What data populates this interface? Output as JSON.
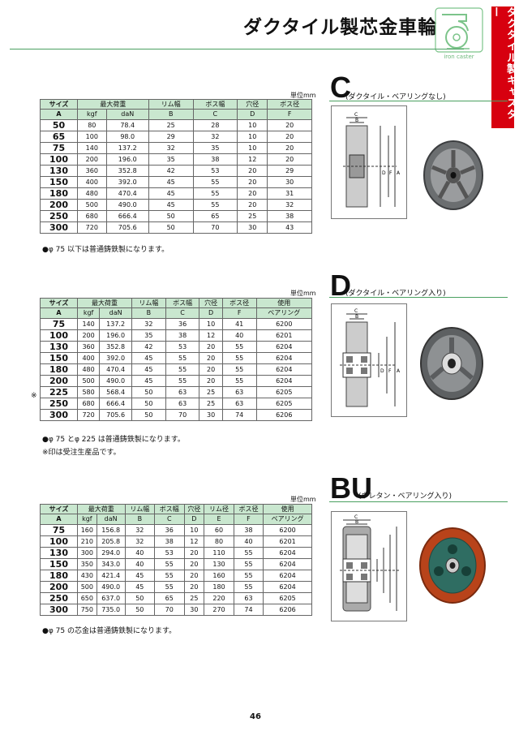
{
  "title": "ダクタイル製芯金車輪",
  "logo_text": "iron caster",
  "side_tab": "ダクタイル製キャスター",
  "page_number": "46",
  "sections": [
    {
      "letter": "C",
      "subtitle": "(ダクタイル・ベアリングなし)",
      "unit": "単位mm",
      "headers": {
        "row1": [
          "サイズ",
          "最大荷重",
          "リム幅",
          "ボス幅",
          "穴径",
          "ボス径"
        ],
        "row2": [
          "A",
          "kgf",
          "daN",
          "B",
          "C",
          "D",
          "F"
        ]
      },
      "rows": [
        [
          "50",
          "80",
          "78.4",
          "25",
          "28",
          "10",
          "20"
        ],
        [
          "65",
          "100",
          "98.0",
          "29",
          "32",
          "10",
          "20"
        ],
        [
          "75",
          "140",
          "137.2",
          "32",
          "35",
          "10",
          "20"
        ],
        [
          "100",
          "200",
          "196.0",
          "35",
          "38",
          "12",
          "20"
        ],
        [
          "130",
          "360",
          "352.8",
          "42",
          "53",
          "20",
          "29"
        ],
        [
          "150",
          "400",
          "392.0",
          "45",
          "55",
          "20",
          "30"
        ],
        [
          "180",
          "480",
          "470.4",
          "45",
          "55",
          "20",
          "31"
        ],
        [
          "200",
          "500",
          "490.0",
          "45",
          "55",
          "20",
          "32"
        ],
        [
          "250",
          "680",
          "666.4",
          "50",
          "65",
          "25",
          "38"
        ],
        [
          "300",
          "720",
          "705.6",
          "50",
          "70",
          "30",
          "43"
        ]
      ],
      "notes": [
        "●φ 75 以下は普通鋳鉄製になります。"
      ]
    },
    {
      "letter": "D",
      "subtitle": "(ダクタイル・ベアリング入り)",
      "unit": "単位mm",
      "headers": {
        "row1": [
          "サイズ",
          "最大荷重",
          "リム幅",
          "ボス幅",
          "穴径",
          "ボス径",
          "使用"
        ],
        "row2": [
          "A",
          "kgf",
          "daN",
          "B",
          "C",
          "D",
          "F",
          "ベアリング"
        ]
      },
      "mark": "※",
      "rows": [
        [
          "75",
          "140",
          "137.2",
          "32",
          "36",
          "10",
          "41",
          "6200"
        ],
        [
          "100",
          "200",
          "196.0",
          "35",
          "38",
          "12",
          "40",
          "6201"
        ],
        [
          "130",
          "360",
          "352.8",
          "42",
          "53",
          "20",
          "55",
          "6204"
        ],
        [
          "150",
          "400",
          "392.0",
          "45",
          "55",
          "20",
          "55",
          "6204"
        ],
        [
          "180",
          "480",
          "470.4",
          "45",
          "55",
          "20",
          "55",
          "6204"
        ],
        [
          "200",
          "500",
          "490.0",
          "45",
          "55",
          "20",
          "55",
          "6204"
        ],
        [
          "225",
          "580",
          "568.4",
          "50",
          "63",
          "25",
          "63",
          "6205"
        ],
        [
          "250",
          "680",
          "666.4",
          "50",
          "63",
          "25",
          "63",
          "6205"
        ],
        [
          "300",
          "720",
          "705.6",
          "50",
          "70",
          "30",
          "74",
          "6206"
        ]
      ],
      "notes": [
        "●φ 75 とφ 225 は普通鋳鉄製になります。",
        "※印は受注生産品です。"
      ]
    },
    {
      "letter": "BU",
      "subtitle": "(ウレタン・ベアリング入り)",
      "unit": "単位mm",
      "headers": {
        "row1": [
          "サイズ",
          "最大荷重",
          "リム幅",
          "ボス幅",
          "穴径",
          "リム径",
          "ボス径",
          "使用"
        ],
        "row2": [
          "A",
          "kgf",
          "daN",
          "B",
          "C",
          "D",
          "E",
          "F",
          "ベアリング"
        ]
      },
      "rows": [
        [
          "75",
          "160",
          "156.8",
          "32",
          "36",
          "10",
          "60",
          "38",
          "6200"
        ],
        [
          "100",
          "210",
          "205.8",
          "32",
          "38",
          "12",
          "80",
          "40",
          "6201"
        ],
        [
          "130",
          "300",
          "294.0",
          "40",
          "53",
          "20",
          "110",
          "55",
          "6204"
        ],
        [
          "150",
          "350",
          "343.0",
          "40",
          "55",
          "20",
          "130",
          "55",
          "6204"
        ],
        [
          "180",
          "430",
          "421.4",
          "45",
          "55",
          "20",
          "160",
          "55",
          "6204"
        ],
        [
          "200",
          "500",
          "490.0",
          "45",
          "55",
          "20",
          "180",
          "55",
          "6204"
        ],
        [
          "250",
          "650",
          "637.0",
          "50",
          "65",
          "25",
          "220",
          "63",
          "6205"
        ],
        [
          "300",
          "750",
          "735.0",
          "50",
          "70",
          "30",
          "270",
          "74",
          "6206"
        ]
      ],
      "notes": [
        "●φ 75 の芯金は普通鋳鉄製になります。"
      ]
    }
  ]
}
